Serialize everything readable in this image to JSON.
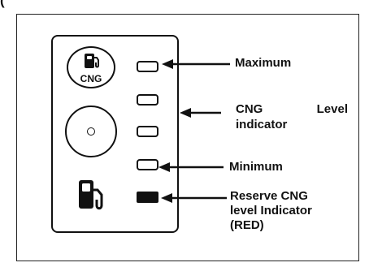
{
  "header_fragment": "(",
  "panel": {
    "fuel_badge_text": "CNG"
  },
  "labels": {
    "maximum": "Maximum",
    "level_indicator_line1": "CNG Level",
    "level_indicator_line2": "indicator",
    "minimum": "Minimum",
    "reserve_line1": "Reserve CNG",
    "reserve_line2": "level Indicator",
    "reserve_line3": "(RED)"
  },
  "icons": {
    "cng_badge": "fuel-pump-icon",
    "fuel_gauge": "gauge-icon",
    "reserve_pump": "fuel-pump-icon"
  },
  "colors": {
    "line": "#111111",
    "reserve_lamp": "#111111",
    "background": "#ffffff"
  }
}
